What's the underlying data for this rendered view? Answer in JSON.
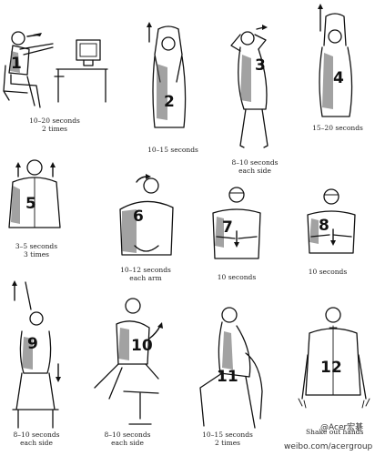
{
  "exercises": [
    {
      "number": "1",
      "line1": "10–20 seconds",
      "line2": "2 times"
    },
    {
      "number": "2",
      "line1": "10–15 seconds",
      "line2": ""
    },
    {
      "number": "3",
      "line1": "8–10 seconds",
      "line2": "each side"
    },
    {
      "number": "4",
      "line1": "15–20 seconds",
      "line2": ""
    },
    {
      "number": "5",
      "line1": "3–5 seconds",
      "line2": "3 times"
    },
    {
      "number": "6",
      "line1": "10–12 seconds",
      "line2": "each arm"
    },
    {
      "number": "7",
      "line1": "10 seconds",
      "line2": ""
    },
    {
      "number": "8",
      "line1": "10 seconds",
      "line2": ""
    },
    {
      "number": "9",
      "line1": "8–10 seconds",
      "line2": "each side"
    },
    {
      "number": "10",
      "line1": "8–10 seconds",
      "line2": "each side"
    },
    {
      "number": "11",
      "line1": "10–15 seconds",
      "line2": "2 times"
    },
    {
      "number": "12",
      "line1": "Shake out hands",
      "line2": ""
    }
  ],
  "watermark": {
    "handle": "@Acer宏碁",
    "url": "weibo.com/acergroup"
  }
}
